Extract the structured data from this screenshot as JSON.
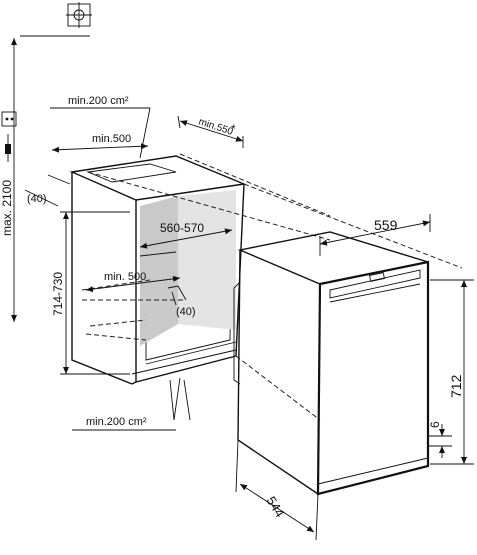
{
  "labels": {
    "min_area_top": "min.200 cm²",
    "min_area_bottom": "min.200 cm²",
    "min_500_top": "min.500",
    "min_550": "min.550",
    "asterisk": "*",
    "offset_40_left": "(40)",
    "max_height": "max. 2100",
    "niche_height": "714-730",
    "inner_width": "560-570",
    "min_500_mid": "min. 500",
    "offset_40_mid": "(40)",
    "appliance_width": "559",
    "appliance_height": "712",
    "plinth_gap": "6",
    "appliance_depth": "544"
  },
  "icons": {
    "socket": "wall-socket-icon",
    "plug": "power-plug-icon",
    "connection": "water-connection-icon"
  }
}
